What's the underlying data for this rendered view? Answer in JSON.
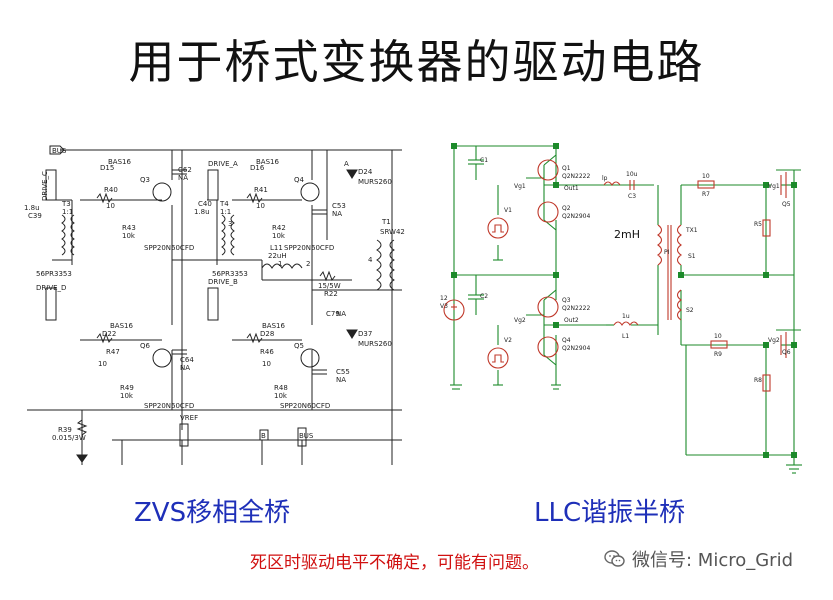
{
  "title": "用于桥式变换器的驱动电路",
  "left_diagram": {
    "caption": "ZVS移相全桥",
    "labels": {
      "bus": "BUS",
      "drive_c": "DRIVE_C",
      "drive_d": "DRIVE_D",
      "drive_a": "DRIVE_A",
      "drive_b": "DRIVE_B",
      "c39_val": "1.8u",
      "c39": "C39",
      "t3": "T3",
      "t3_ratio": "1:1",
      "t3_part": "56PR3353",
      "d15": "D15",
      "d15_part": "BAS16",
      "r40": "R40",
      "r40_val": "10",
      "r43": "R43",
      "r43_val": "10k",
      "q3": "Q3",
      "q3_part": "SPP20N60CFD",
      "c62": "C62",
      "c62_val": "NA",
      "c40": "C40",
      "c40_val": "1.8u",
      "t4": "T4",
      "t4_ratio": "1:1",
      "t4_part": "56PR3353",
      "d16": "D16",
      "d16_part": "BAS16",
      "r41": "R41",
      "r41_val": "10",
      "r42": "R42",
      "r42_val": "10k",
      "q4": "Q4",
      "q4_part": "SPP20N60CFD",
      "c53": "C53",
      "c53_val": "NA",
      "d24": "D24",
      "d24_part": "MURS260",
      "l11": "L11",
      "l11_val": "22uH",
      "r22": "R22",
      "r22_val": "15/5W",
      "c79": "C79",
      "c79_val": "NA",
      "d37": "D37",
      "d37_part": "MURS260",
      "t1": "T1",
      "t1_part": "SRW42",
      "d22": "D22",
      "d22_part": "BAS16",
      "r47": "R47",
      "r47_val": "10",
      "r49": "R49",
      "r49_val": "10k",
      "q6": "Q6",
      "q6_part": "SPP20N60CFD",
      "c64": "C64",
      "c64_val": "NA",
      "d28": "D28",
      "d28_part": "BAS16",
      "r46": "R46",
      "r46_val": "10",
      "r48": "R48",
      "r48_val": "10k",
      "q5": "Q5",
      "q5_part": "SPP20N60CFD",
      "c55": "C55",
      "c55_val": "NA",
      "r39": "R39",
      "r39_val": "0.015/3W",
      "vref": "VREF",
      "b": "B",
      "bus2": "BUS",
      "a": "A",
      "n3": "3",
      "n1": "1",
      "n2": "2",
      "n4": "4"
    }
  },
  "right_diagram": {
    "caption": "LLC谐振半桥",
    "labels": {
      "c1": "C1",
      "vg1": "Vg1",
      "v1": "V1",
      "q1": "Q1",
      "q1_part": "Q2N2222",
      "out1": "Out1",
      "lp": "lp",
      "c3_val": "10u",
      "c3": "C3",
      "q2": "Q2",
      "q2_part": "Q2N2904",
      "v3_val": "12",
      "v3": "V3",
      "c2": "C2",
      "vg2": "Vg2",
      "v2": "V2",
      "q3": "Q3",
      "q3_part": "Q2N2222",
      "out2": "Out2",
      "q4": "Q4",
      "q4_part": "Q2N2904",
      "l1_val": "1u",
      "l1": "L1",
      "inductance": "2mH",
      "pi": "PI",
      "tx1": "TX1",
      "s1": "S1",
      "s2": "S2",
      "r7_val": "10",
      "r7": "R7",
      "r5": "R5",
      "vg1b": "Vg1",
      "q5": "Q5",
      "r9_val": "10",
      "r9": "R9",
      "r8": "R8",
      "vg2b": "Vg2",
      "q6": "Q6"
    }
  },
  "note": "死区时驱动电平不确定，可能有问题。",
  "watermark": "微信号: Micro_Grid",
  "colors": {
    "title": "#111111",
    "caption": "#1e2fb8",
    "note": "#d01010",
    "left_wire": "#222222",
    "right_wire": "#1c8a2a",
    "right_parts": "#c0392b"
  }
}
